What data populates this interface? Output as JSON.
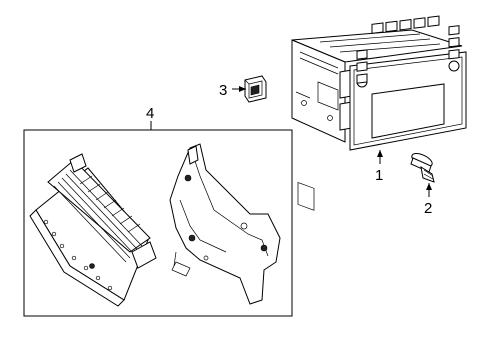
{
  "callouts": {
    "radio_unit": "1",
    "screw": "2",
    "clip": "3",
    "amplifier_assembly": "4"
  }
}
